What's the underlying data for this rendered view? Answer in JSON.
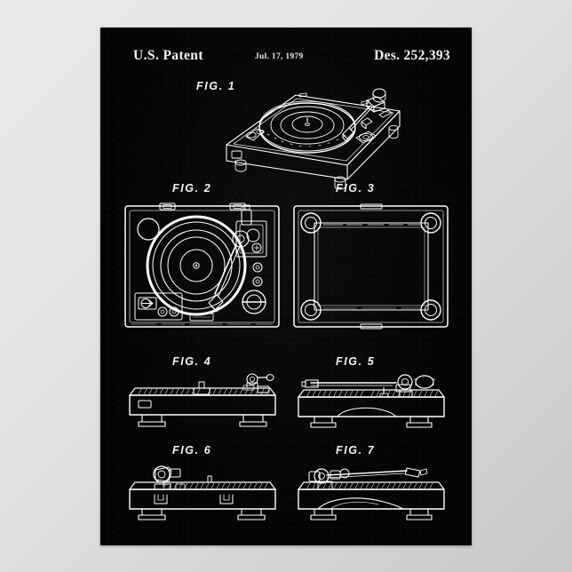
{
  "poster": {
    "background_color": "#040404",
    "line_color": "#ffffff",
    "wall_color": "#e3e3e3",
    "header": {
      "office": "U.S. Patent",
      "date": "Jul. 17, 1979",
      "number": "Des. 252,393"
    },
    "figures": [
      {
        "id": "fig-1",
        "caption": "FIG. 1",
        "view": "perspective view of turntable record player"
      },
      {
        "id": "fig-2",
        "caption": "FIG. 2",
        "view": "top plan view"
      },
      {
        "id": "fig-3",
        "caption": "FIG. 3",
        "view": "bottom plan view"
      },
      {
        "id": "fig-4",
        "caption": "FIG. 4",
        "view": "front elevation view"
      },
      {
        "id": "fig-5",
        "caption": "FIG. 5",
        "view": "rear elevation view"
      },
      {
        "id": "fig-6",
        "caption": "FIG. 6",
        "view": "left side elevation view"
      },
      {
        "id": "fig-7",
        "caption": "FIG. 7",
        "view": "right side elevation view"
      }
    ]
  }
}
